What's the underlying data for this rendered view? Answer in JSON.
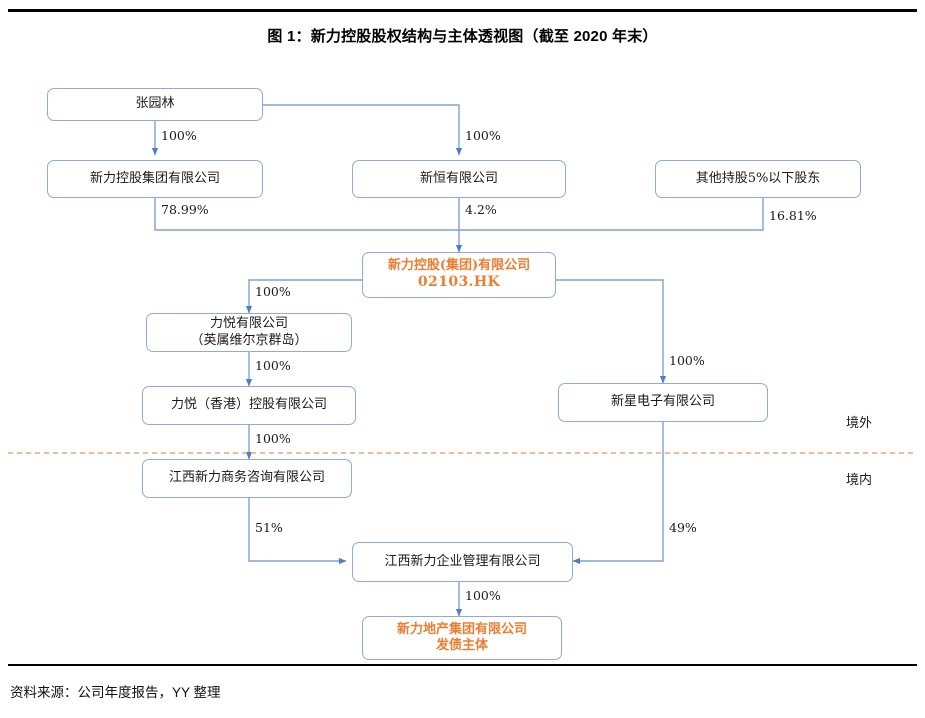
{
  "title": "图 1：新力控股股权结构与主体透视图（截至 2020 年末）",
  "source": "资料来源：公司年度报告，YY 整理",
  "colors": {
    "accent": "#ED7D31",
    "node_border": "#8FAADC",
    "wire": "#7EA2D6",
    "divider": "#E8A87C",
    "text": "#1A1A1A"
  },
  "zones": {
    "offshore": "境外",
    "onshore": "境内"
  },
  "nodes": {
    "zhang": {
      "label": "张园林"
    },
    "xinli_holding_group": {
      "label": "新力控股集团有限公司"
    },
    "xinheng": {
      "label": "新恒有限公司"
    },
    "other_shareholders": {
      "label": "其他持股5%以下股东"
    },
    "xinli_hk": {
      "label": "新力控股(集团)有限公司",
      "ticker": "02103.HK"
    },
    "liyue_bvi": {
      "line1": "力悦有限公司",
      "line2": "（英属维尔京群岛）"
    },
    "liyue_hk": {
      "label": "力悦（香港）控股有限公司"
    },
    "jiangxi_consulting": {
      "label": "江西新力商务咨询有限公司"
    },
    "xinxing_electronics": {
      "label": "新星电子有限公司"
    },
    "jiangxi_management": {
      "label": "江西新力企业管理有限公司"
    },
    "issuer": {
      "line1": "新力地产集团有限公司",
      "line2": "发债主体"
    }
  },
  "edges": {
    "zhang_to_holding_group": "100%",
    "zhang_to_xinheng": "100%",
    "holding_group_to_hk": "78.99%",
    "xinheng_to_hk": "4.2%",
    "others_to_hk": "16.81%",
    "hk_to_liyue_bvi": "100%",
    "liyue_bvi_to_liyue_hk": "100%",
    "liyue_hk_to_consulting": "100%",
    "hk_to_xinxing": "100%",
    "consulting_to_management": "51%",
    "xinxing_to_management": "49%",
    "management_to_issuer": "100%"
  },
  "chart_data": {
    "type": "diagram",
    "diagram_kind": "ownership-structure-tree",
    "title": "图 1：新力控股股权结构与主体透视图（截至 2020 年末）",
    "nodes": [
      {
        "id": "zhang",
        "label": "张园林",
        "level": 0,
        "highlight": false
      },
      {
        "id": "xinli_holding_group",
        "label": "新力控股集团有限公司",
        "level": 1,
        "highlight": false
      },
      {
        "id": "xinheng",
        "label": "新恒有限公司",
        "level": 1,
        "highlight": false
      },
      {
        "id": "other_shareholders",
        "label": "其他持股5%以下股东",
        "level": 1,
        "highlight": false
      },
      {
        "id": "xinli_hk",
        "label": "新力控股(集团)有限公司 02103.HK",
        "level": 2,
        "highlight": true
      },
      {
        "id": "liyue_bvi",
        "label": "力悦有限公司（英属维尔京群岛）",
        "level": 3,
        "highlight": false
      },
      {
        "id": "liyue_hk",
        "label": "力悦（香港）控股有限公司",
        "level": 4,
        "highlight": false
      },
      {
        "id": "xinxing_electronics",
        "label": "新星电子有限公司",
        "level": 4,
        "highlight": false
      },
      {
        "id": "jiangxi_consulting",
        "label": "江西新力商务咨询有限公司",
        "level": 5,
        "highlight": false
      },
      {
        "id": "jiangxi_management",
        "label": "江西新力企业管理有限公司",
        "level": 6,
        "highlight": false
      },
      {
        "id": "issuer",
        "label": "新力地产集团有限公司 发债主体",
        "level": 7,
        "highlight": true
      }
    ],
    "edges": [
      {
        "from": "zhang",
        "to": "xinli_holding_group",
        "label": "100%"
      },
      {
        "from": "zhang",
        "to": "xinheng",
        "label": "100%"
      },
      {
        "from": "xinli_holding_group",
        "to": "xinli_hk",
        "label": "78.99%"
      },
      {
        "from": "xinheng",
        "to": "xinli_hk",
        "label": "4.2%"
      },
      {
        "from": "other_shareholders",
        "to": "xinli_hk",
        "label": "16.81%"
      },
      {
        "from": "xinli_hk",
        "to": "liyue_bvi",
        "label": "100%"
      },
      {
        "from": "liyue_bvi",
        "to": "liyue_hk",
        "label": "100%"
      },
      {
        "from": "liyue_hk",
        "to": "jiangxi_consulting",
        "label": "100%"
      },
      {
        "from": "xinli_hk",
        "to": "xinxing_electronics",
        "label": "100%"
      },
      {
        "from": "jiangxi_consulting",
        "to": "jiangxi_management",
        "label": "51%"
      },
      {
        "from": "xinxing_electronics",
        "to": "jiangxi_management",
        "label": "49%"
      },
      {
        "from": "jiangxi_management",
        "to": "issuer",
        "label": "100%"
      }
    ],
    "annotations": [
      {
        "text": "境外",
        "meaning": "offshore-region-above-dashed-line"
      },
      {
        "text": "境内",
        "meaning": "onshore-region-below-dashed-line"
      }
    ]
  }
}
